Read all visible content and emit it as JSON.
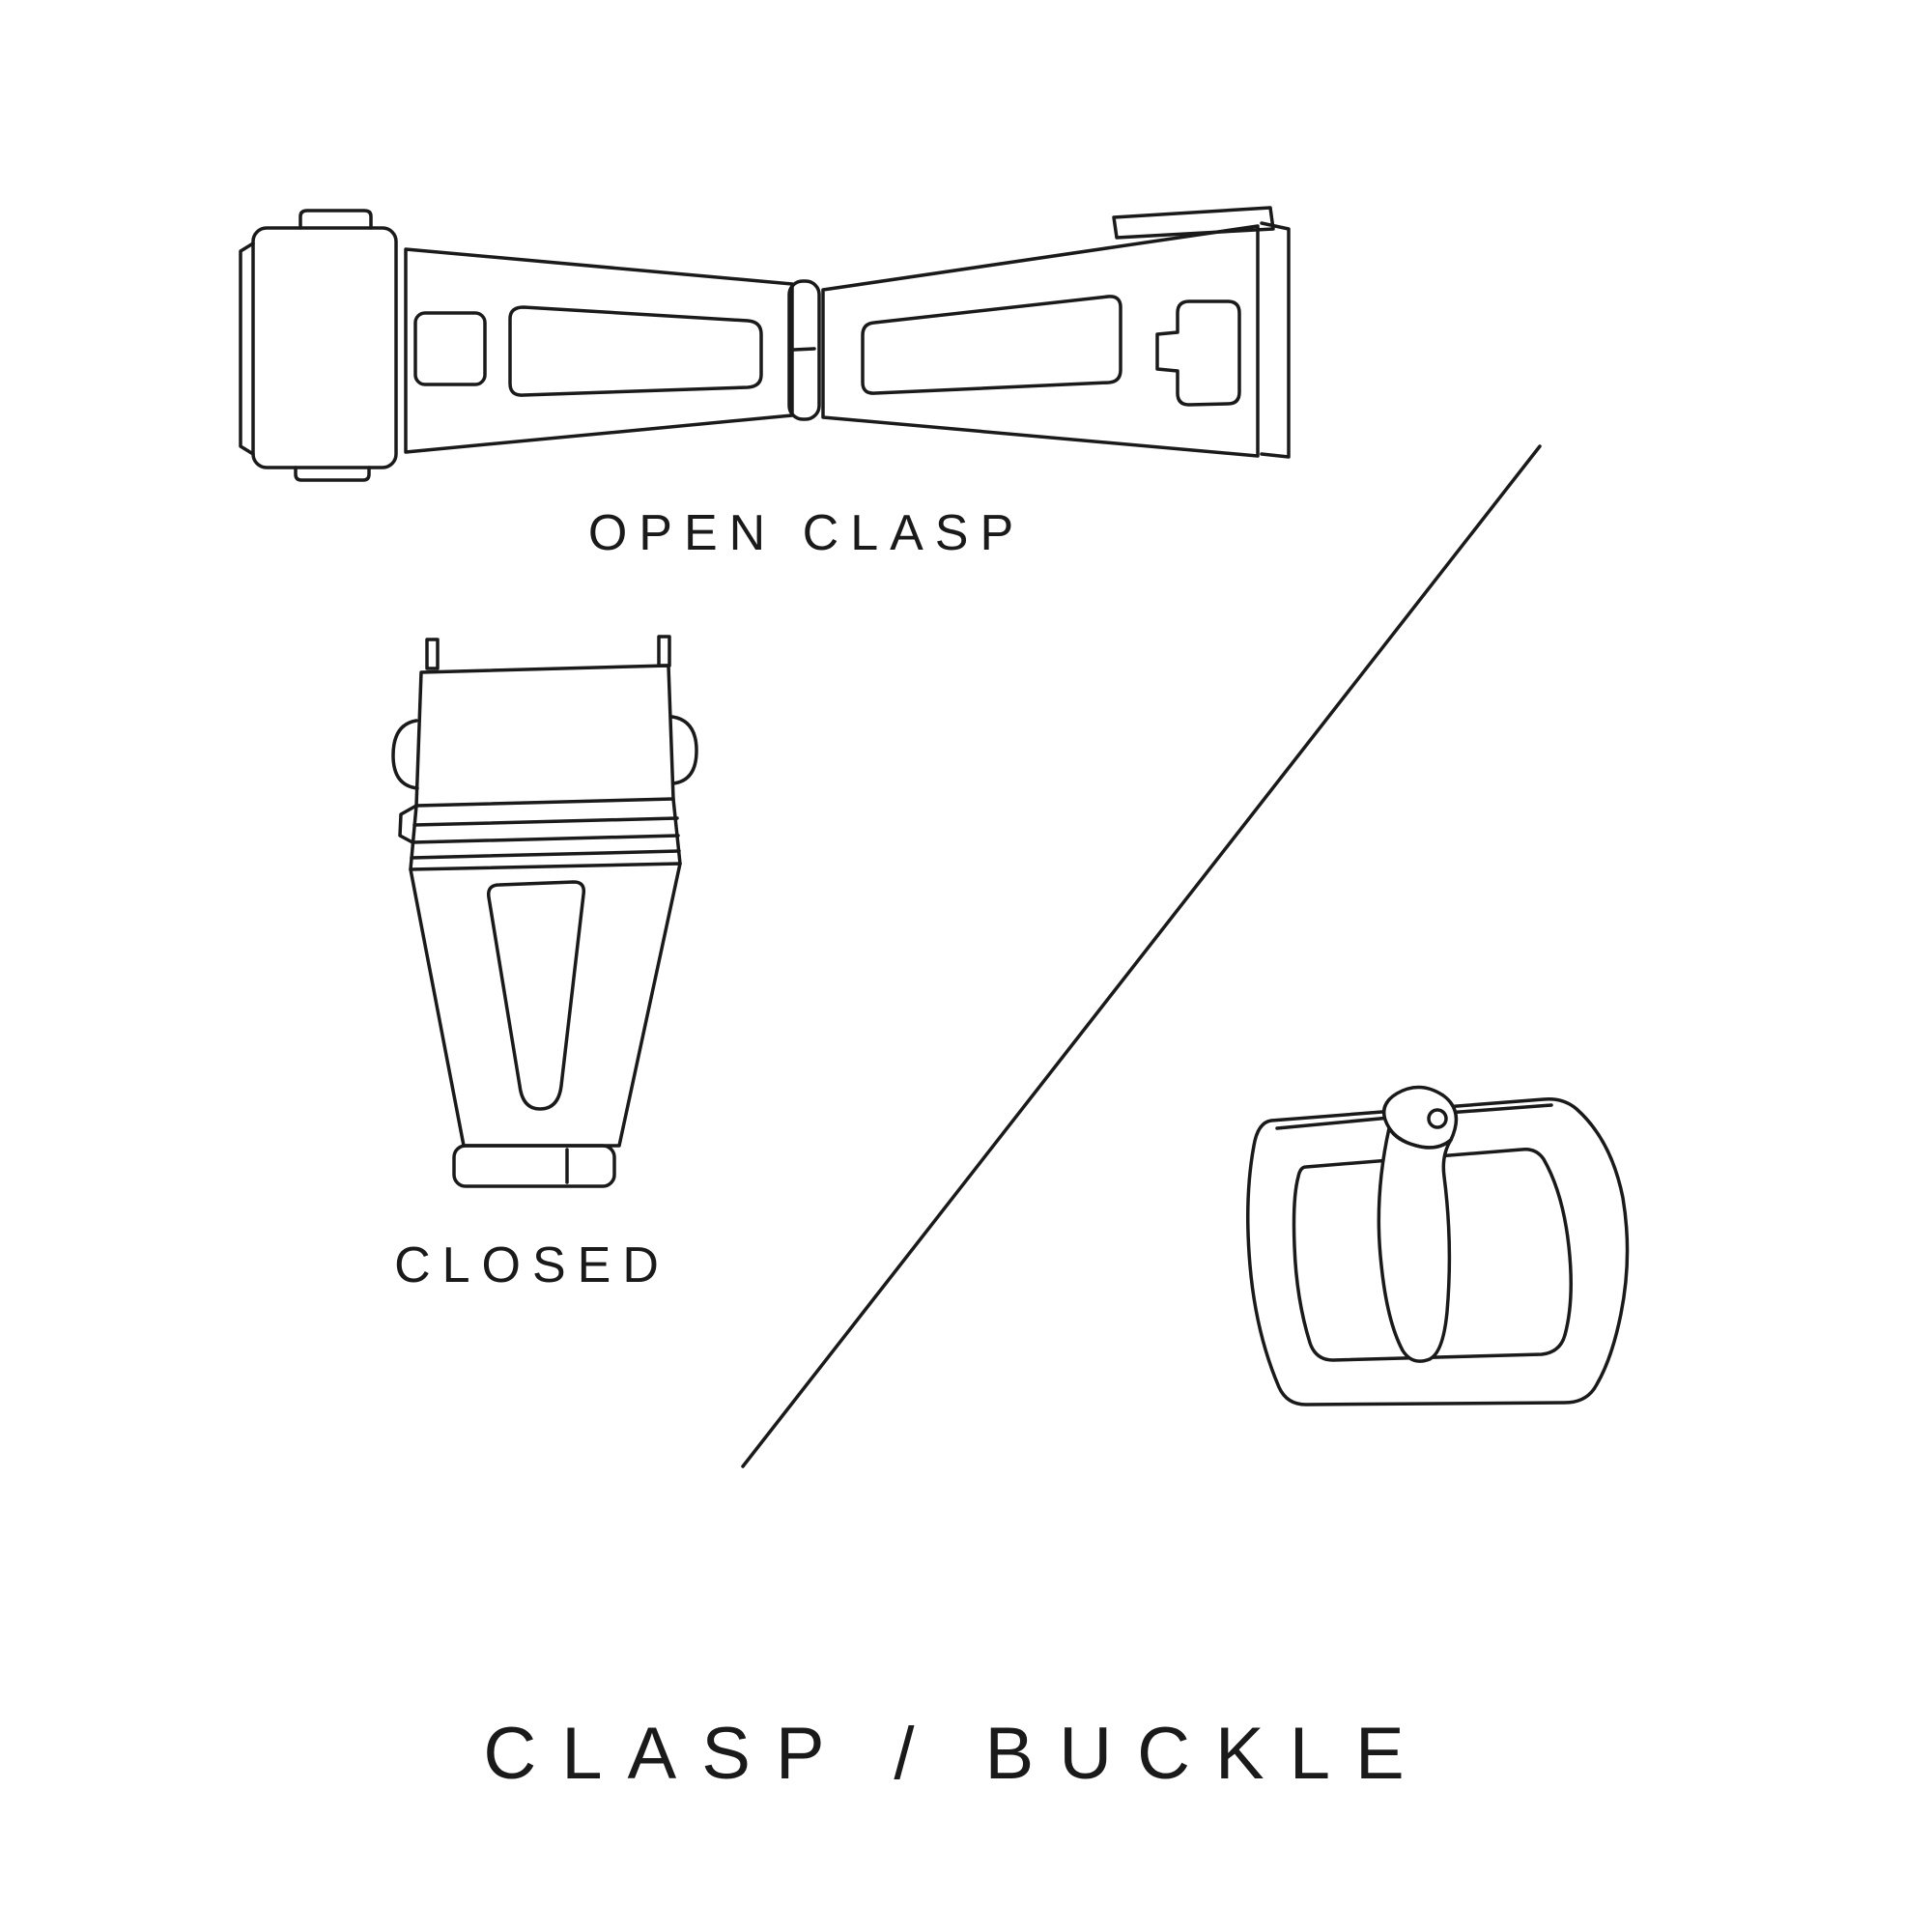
{
  "title": {
    "text": "CLASP / BUCKLE"
  },
  "labels": {
    "open_clasp": "OPEN CLASP",
    "closed": "CLOSED"
  },
  "figures": [
    {
      "name": "open-clasp-illustration",
      "caption": "OPEN CLASP"
    },
    {
      "name": "closed-clasp-illustration",
      "caption": "CLOSED"
    },
    {
      "name": "pin-buckle-illustration",
      "caption": ""
    }
  ],
  "colors": {
    "background": "#ffffff",
    "line": "#1a1a1a",
    "text": "#1a1a1a"
  }
}
